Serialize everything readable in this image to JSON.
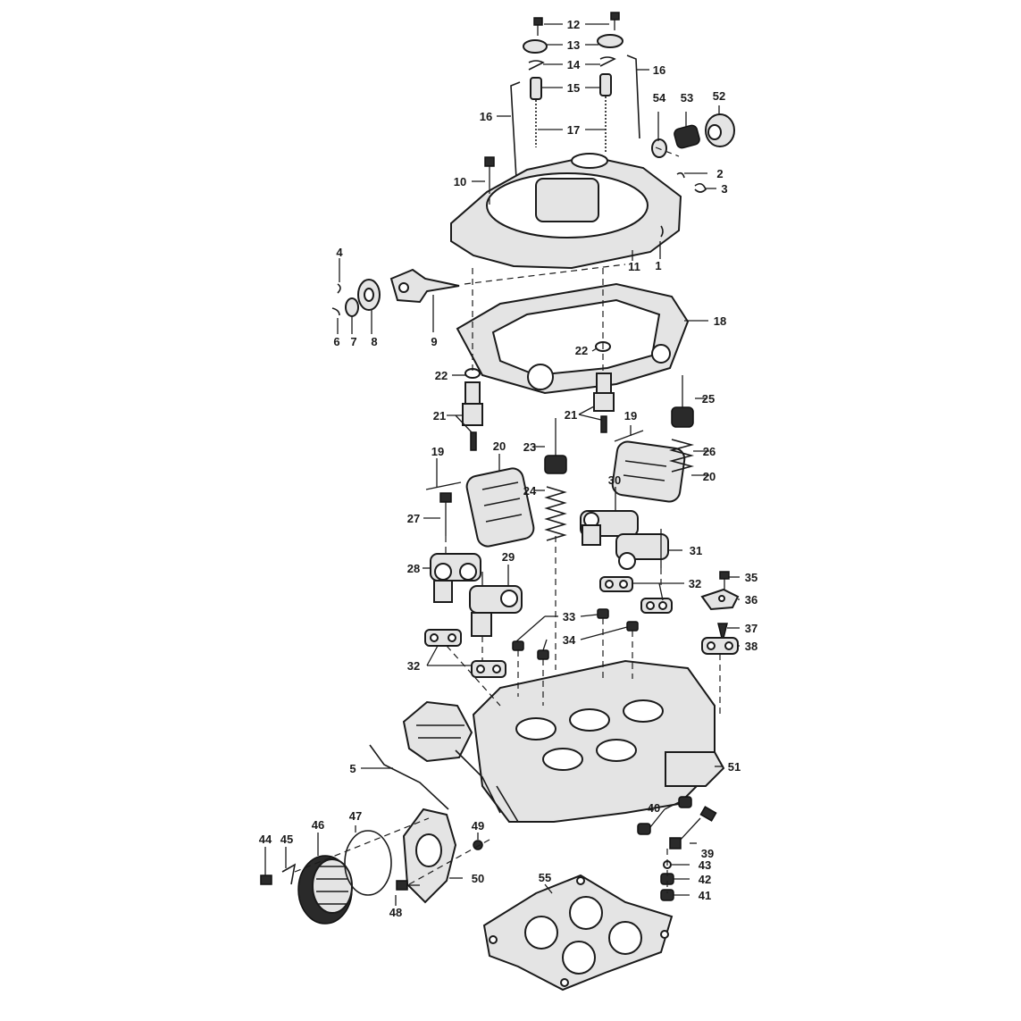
{
  "callouts": [
    "1",
    "2",
    "3",
    "4",
    "5",
    "6",
    "7",
    "8",
    "9",
    "10",
    "11",
    "12",
    "13",
    "14",
    "15",
    "16",
    "17",
    "18",
    "19",
    "20",
    "21",
    "22",
    "23",
    "24",
    "25",
    "26",
    "27",
    "28",
    "29",
    "30",
    "31",
    "32",
    "33",
    "34",
    "35",
    "36",
    "37",
    "38",
    "39",
    "40",
    "41",
    "42",
    "43",
    "44",
    "45",
    "46",
    "47",
    "48",
    "49",
    "50",
    "51",
    "52",
    "53",
    "54",
    "55"
  ],
  "colors": {
    "ink": "#1a1a1a",
    "paper": "#ffffff",
    "fill": "#e4e4e4"
  }
}
